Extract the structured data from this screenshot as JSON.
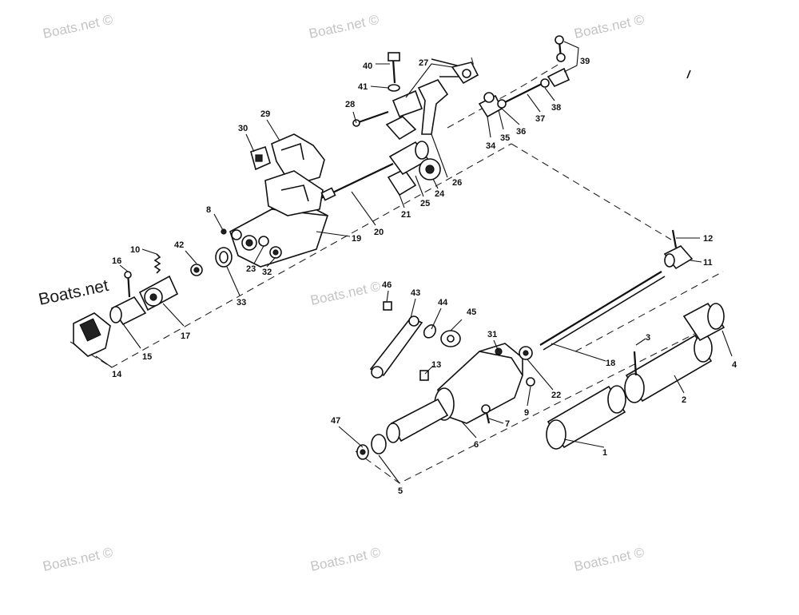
{
  "watermarks": [
    "Boats.net ©",
    "Boats.net ©",
    "Boats.net ©",
    "Boats.net",
    "Boats.net ©",
    "Boats.net ©",
    "Boats.net ©",
    "Boats.net ©"
  ],
  "callouts": [
    "1",
    "2",
    "3",
    "4",
    "5",
    "6",
    "7",
    "8",
    "9",
    "10",
    "11",
    "12",
    "13",
    "14",
    "15",
    "16",
    "17",
    "18",
    "19",
    "20",
    "21",
    "22",
    "23",
    "24",
    "25",
    "26",
    "27",
    "28",
    "29",
    "30",
    "31",
    "32",
    "33",
    "34",
    "35",
    "36",
    "37",
    "38",
    "39",
    "40",
    "41",
    "42",
    "43",
    "44",
    "45",
    "46",
    "47"
  ]
}
